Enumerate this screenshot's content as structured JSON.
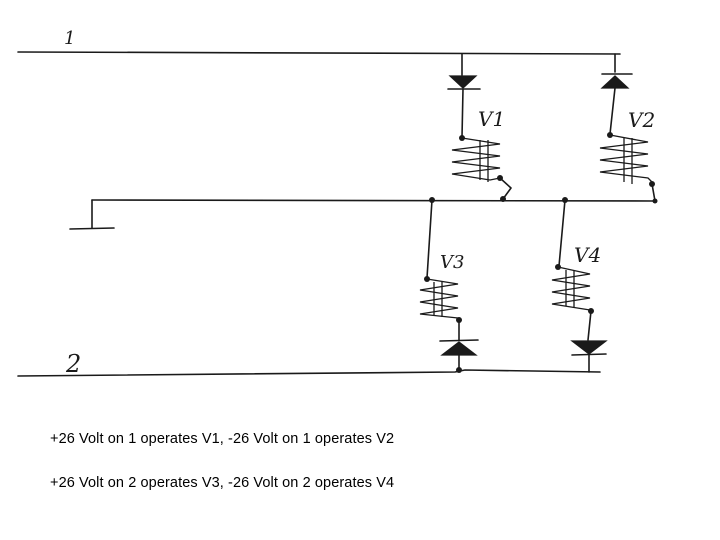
{
  "diagram": {
    "line_labels": {
      "line1": "1",
      "line2": "2"
    },
    "relays": [
      {
        "id": "v1",
        "label": "V1"
      },
      {
        "id": "v2",
        "label": "V2"
      },
      {
        "id": "v3",
        "label": "V3"
      },
      {
        "id": "v4",
        "label": "V4"
      }
    ],
    "notes": [
      "+26 Volt on 1 operates V1, -26 Volt on 1 operates V2",
      "+26 Volt on 2 operates V3, -26 Volt on 2 operates V4"
    ]
  }
}
